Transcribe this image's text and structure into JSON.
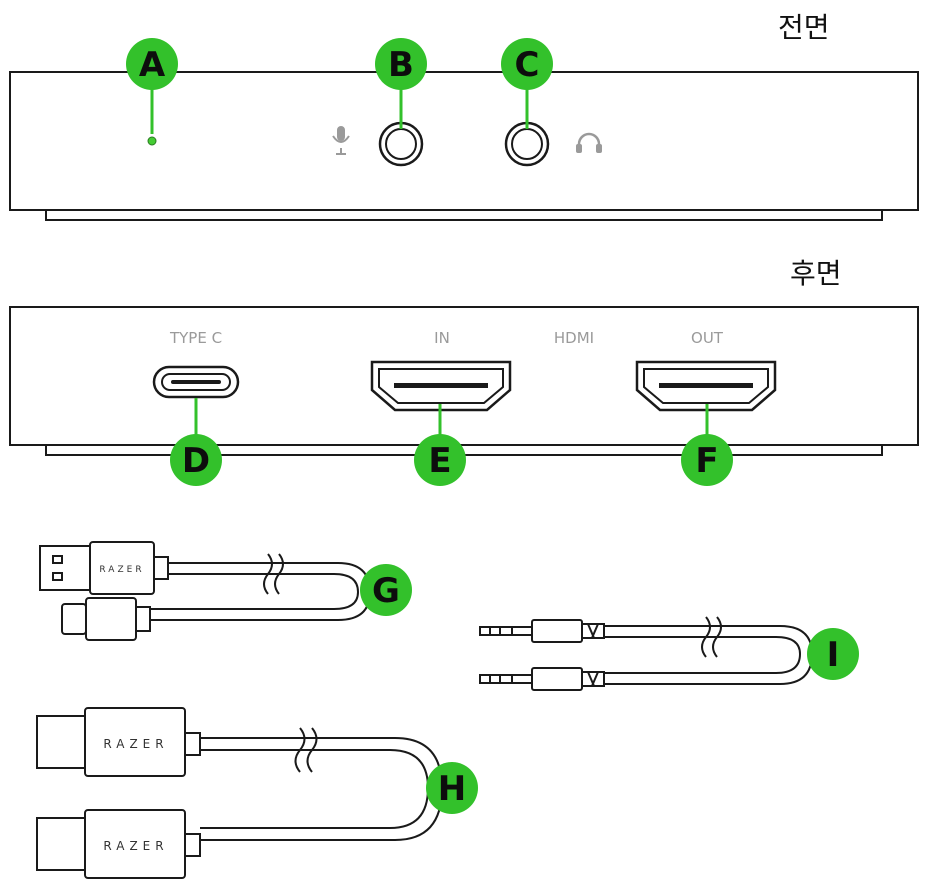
{
  "views": {
    "front_title": "전면",
    "back_title": "후면"
  },
  "port_labels": {
    "type_c": "TYPE C",
    "hdmi_in": "IN",
    "hdmi": "HDMI",
    "hdmi_out": "OUT"
  },
  "callouts": {
    "a": "A",
    "b": "B",
    "c": "C",
    "d": "D",
    "e": "E",
    "f": "F",
    "g": "G",
    "h": "H",
    "i": "I"
  },
  "cable_brand": "RAZER",
  "icons": [
    "microphone-icon",
    "headphones-icon"
  ],
  "colors": {
    "callout": "#33c12b",
    "led": "#44cc33",
    "outline": "#1a1a1a"
  }
}
